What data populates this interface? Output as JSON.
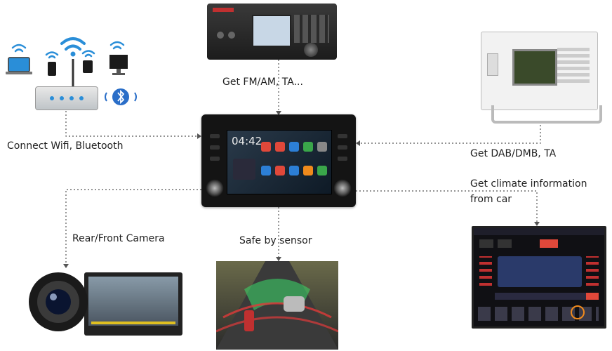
{
  "labels": {
    "fm_am": "Get FM/AM, TA...",
    "wifi_bt": "Connect Wifi, Bluetooth",
    "dab": "Get DAB/DMB, TA",
    "climate_line1": "Get climate information",
    "climate_line2": "from car",
    "camera": "Rear/Front Camera",
    "sensor": "Safe by sensor"
  },
  "head_unit": {
    "clock": "04:42"
  },
  "icons": {
    "wifi": "wifi-icon",
    "bluetooth": "bluetooth-icon",
    "laptop": "laptop-icon",
    "phone": "phone-icon",
    "router": "router-icon"
  },
  "colors": {
    "wire": "#555555",
    "app_red": "#e0483a",
    "app_orange": "#f08a1c",
    "app_blue": "#2c7fd6",
    "app_green": "#3aa64a",
    "wifi_blue": "#2a8ed8",
    "sensor_green": "#3adc6a",
    "sensor_red": "#e03a3a"
  }
}
